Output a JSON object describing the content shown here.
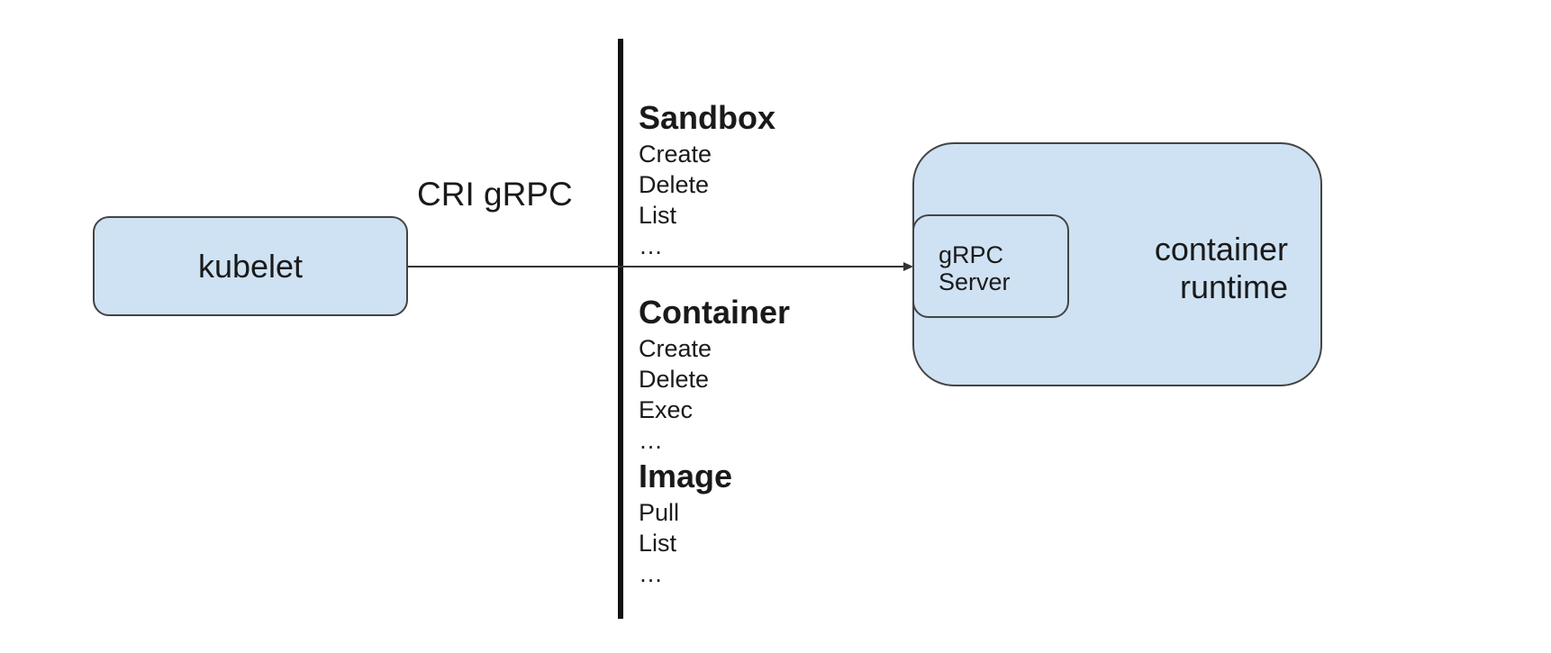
{
  "colors": {
    "box_fill": "#cfe2f3",
    "box_stroke": "#444444",
    "line": "#111111",
    "arrow": "#333333"
  },
  "kubelet": {
    "label": "kubelet"
  },
  "interface": {
    "label": "CRI gRPC"
  },
  "runtime": {
    "label": "container\nruntime",
    "server_label": "gRPC\nServer"
  },
  "operations": {
    "sandbox": {
      "title": "Sandbox",
      "items": [
        "Create",
        "Delete",
        "List",
        "…"
      ]
    },
    "container": {
      "title": "Container",
      "items": [
        "Create",
        "Delete",
        "Exec",
        "…"
      ]
    },
    "image": {
      "title": "Image",
      "items": [
        "Pull",
        "List",
        "…"
      ]
    }
  }
}
